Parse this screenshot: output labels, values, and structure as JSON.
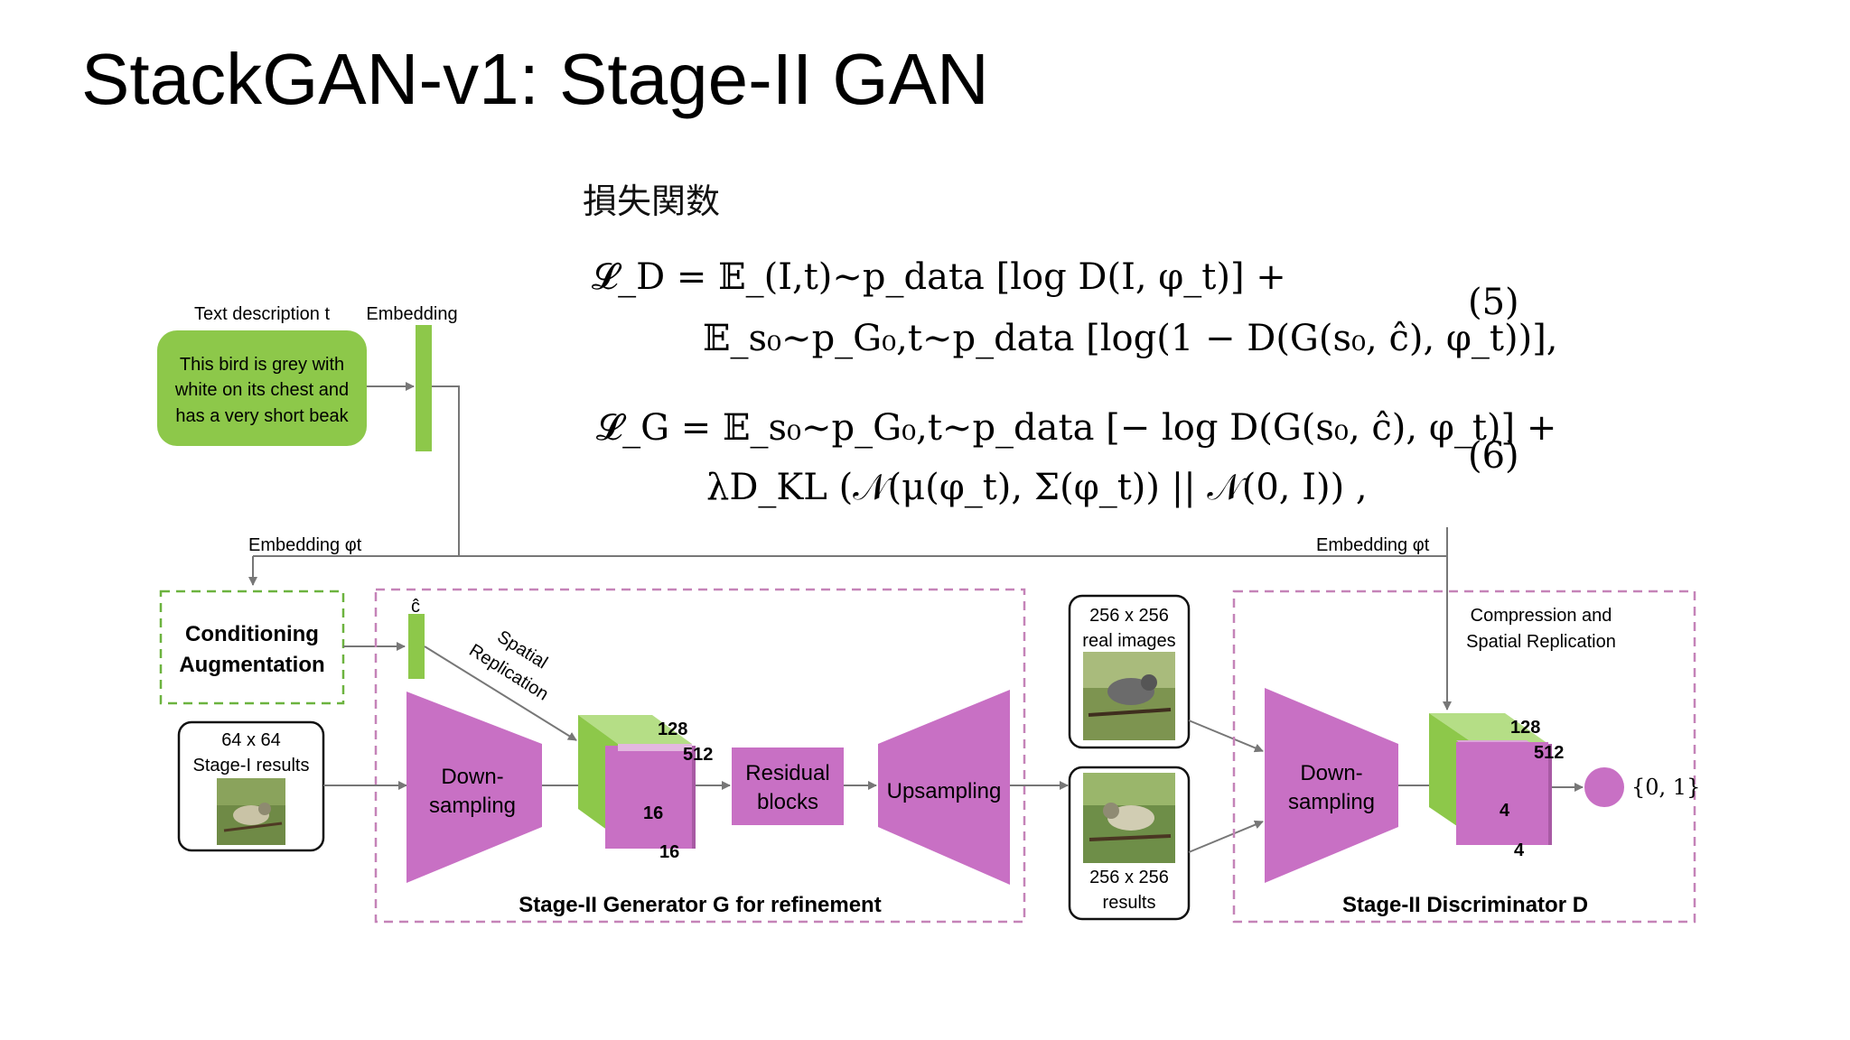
{
  "slide": {
    "title": "StackGAN-v1: Stage-II GAN",
    "loss_heading": "損失関数"
  },
  "equations": {
    "eq5": {
      "line1": "𝓛_D = 𝔼_(I,t)∼p_data [log D(I, φ_t)] +",
      "line2": "𝔼_s₀∼p_G₀,t∼p_data [log(1 − D(G(s₀, ĉ), φ_t))],",
      "number": "(5)"
    },
    "eq6": {
      "line1": "𝓛_G = 𝔼_s₀∼p_G₀,t∼p_data [− log D(G(s₀, ĉ), φ_t)] +",
      "line2": "λD_KL (𝒩(μ(φ_t), Σ(φ_t)) || 𝒩(0, I)) ,",
      "number": "(6)"
    }
  },
  "diagram": {
    "text_description_label": "Text description t",
    "embedding_label": "Embedding",
    "text_box_lines": [
      "This bird is grey with",
      "white on its chest and",
      "has a very short beak"
    ],
    "embedding_phi_left": "Embedding φt",
    "embedding_phi_right": "Embedding φt",
    "conditioning_lines": [
      "Conditioning",
      "Augmentation"
    ],
    "c_hat": "ĉ",
    "spatial_replication_lines": [
      "Spatial",
      "Replication"
    ],
    "stage1_lines": [
      "64 x 64",
      "Stage-I results"
    ],
    "downsampling_lines": [
      "Down-",
      "sampling"
    ],
    "residual_lines": [
      "Residual",
      "blocks"
    ],
    "upsampling": "Upsampling",
    "gen_cube": {
      "top": "128",
      "depth": "512",
      "face": "16",
      "bottom": "16"
    },
    "generator_caption": "Stage-II Generator G for refinement",
    "real_images_lines": [
      "256 x 256",
      "real images"
    ],
    "results_lines": [
      "256 x 256",
      "results"
    ],
    "compression_lines": [
      "Compression and",
      "Spatial Replication"
    ],
    "disc_downsampling_lines": [
      "Down-",
      "sampling"
    ],
    "disc_cube": {
      "top": "128",
      "depth": "512",
      "face": "4",
      "bottom": "4"
    },
    "output_label": "{0, 1}",
    "discriminator_caption": "Stage-II Discriminator D"
  },
  "colors": {
    "green": "#8dc84a",
    "green_light": "#b5de86",
    "magenta": "#c870c4",
    "magenta_light": "#dba6d8",
    "magenta_dark": "#a85aa4",
    "arrow": "#777777",
    "dash_green": "#6cb33f",
    "dash_pink": "#c583b8"
  }
}
